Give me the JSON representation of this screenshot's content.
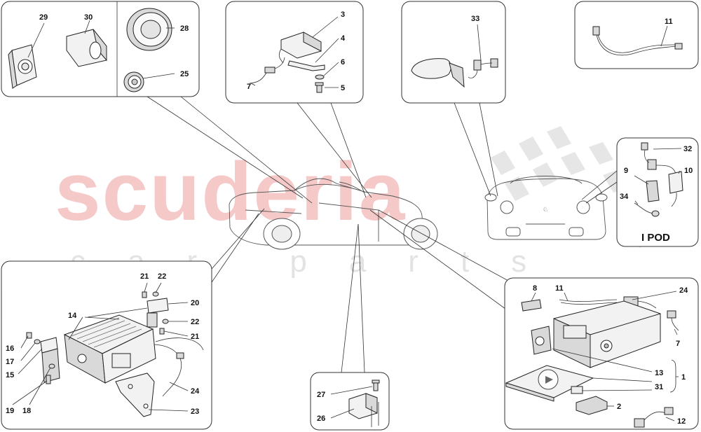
{
  "watermark": {
    "brand": "scuderia",
    "sub": "car parts"
  },
  "ipod_label": "I POD",
  "callouts": {
    "p29": "29",
    "p30": "30",
    "p28": "28",
    "p25": "25",
    "p3": "3",
    "p4": "4",
    "p6": "6",
    "p5": "5",
    "p7a": "7",
    "p33": "33",
    "p11a": "11",
    "p32": "32",
    "p9": "9",
    "p10": "10",
    "p34": "34",
    "p21a": "21",
    "p22a": "22",
    "p20": "20",
    "p14": "14",
    "p22b": "22",
    "p21b": "21",
    "p16": "16",
    "p17": "17",
    "p15": "15",
    "p19": "19",
    "p18": "18",
    "p24a": "24",
    "p23": "23",
    "p27": "27",
    "p26": "26",
    "p8": "8",
    "p11b": "11",
    "p24b": "24",
    "p7b": "7",
    "p13": "13",
    "p1": "1",
    "p31": "31",
    "p2": "2",
    "p12": "12"
  },
  "colors": {
    "watermark_red": "#f6c9c9",
    "watermark_grey": "#e3e3e3",
    "line": "#333333"
  }
}
